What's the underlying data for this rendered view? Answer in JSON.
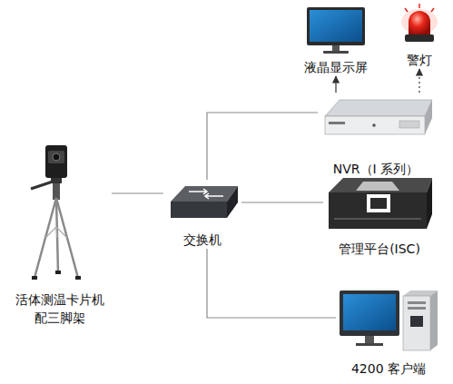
{
  "diagram": {
    "nodes": [
      {
        "text": [
          "液晶显示屏"
        ]
      },
      {
        "text": [
          "警灯"
        ]
      },
      {
        "text": [
          "NVR（I 系列）"
        ]
      },
      {
        "text": [
          "活体测温卡片机 配三脚架"
        ]
      },
      {
        "text": [
          "交换机"
        ]
      },
      {
        "text": [
          "管理平台(ISC)"
        ]
      },
      {
        "text": [
          "4200 客户端"
        ]
      }
    ],
    "edges": [
      {
        "from": 2,
        "to": 0,
        "arrow": "to"
      },
      {
        "from": 2,
        "to": 1,
        "arrow": "to"
      },
      {
        "from": 3,
        "to": 4,
        "arrow": "none"
      },
      {
        "from": 4,
        "to": 2,
        "arrow": "none"
      },
      {
        "from": 4,
        "to": 5,
        "arrow": "none"
      },
      {
        "from": 4,
        "to": 6,
        "arrow": "none"
      }
    ]
  }
}
